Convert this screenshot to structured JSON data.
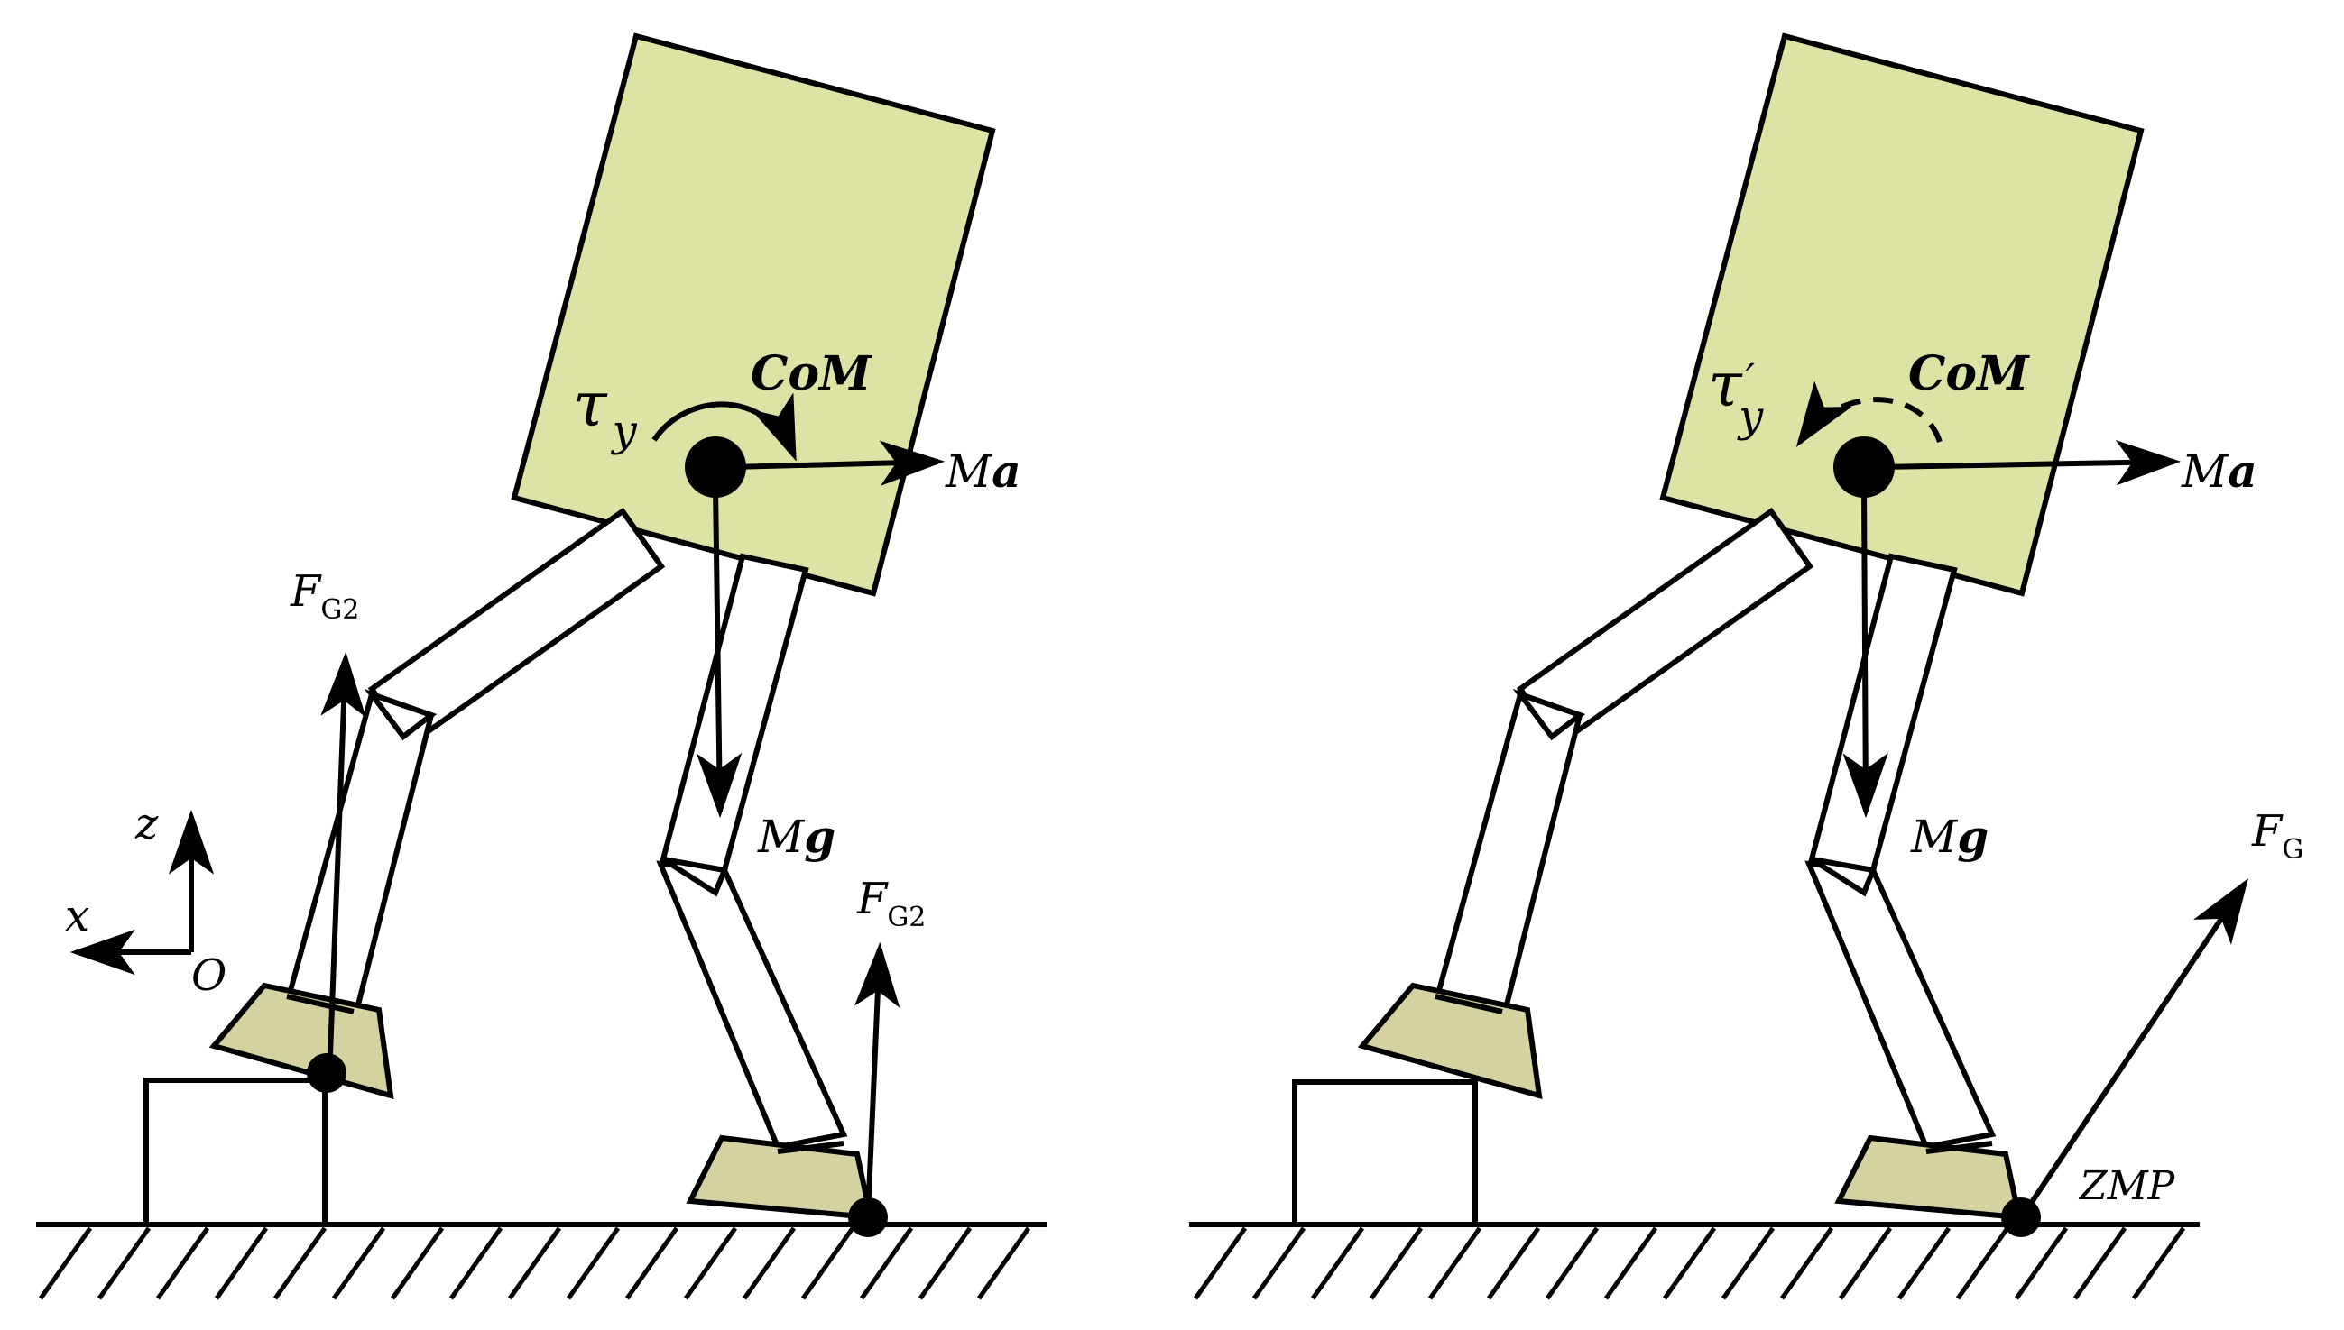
{
  "colors": {
    "torso": "#dce3a5",
    "foot": "#d4d2a1",
    "ink": "#000000",
    "background": "#ffffff"
  },
  "labels": {
    "left": {
      "tau": "τ",
      "tau_sub": "y",
      "com": "CoM",
      "ma_m": "M",
      "ma_a": "a",
      "mg_m": "M",
      "mg_g": "g",
      "fg2_top_f": "F",
      "fg2_top_sub": "G2",
      "fg2_right_f": "F",
      "fg2_right_sub": "G2",
      "axis_z": "z",
      "axis_x": "x",
      "origin": "O"
    },
    "right": {
      "tau": "τ",
      "tau_prime": "′",
      "tau_sub": "y",
      "com": "CoM",
      "ma_m": "M",
      "ma_a": "a",
      "mg_m": "M",
      "mg_g": "g",
      "fg_f": "F",
      "fg_sub": "G",
      "zmp": "ZMP"
    }
  }
}
